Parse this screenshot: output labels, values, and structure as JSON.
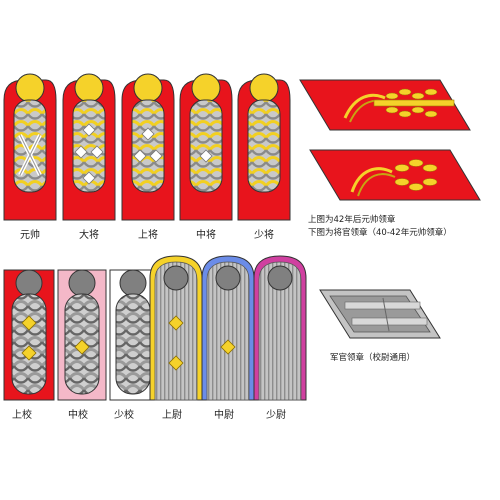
{
  "top_row_labels": [
    "元帅",
    "大将",
    "上将",
    "中将",
    "少将"
  ],
  "bottom_row_labels": [
    "上校",
    "中校",
    "少校",
    "上尉",
    "中尉",
    "少尉"
  ],
  "collar_note_line1": "上图为42年后元帅领章",
  "collar_note_line2": "下图为将官领章（40-42年元帅领章）",
  "officer_collar_caption": "军官领章（校尉通用）",
  "colors": {
    "general_red": "#e8141c",
    "gold": "#f5d22a",
    "silver": "#b8b8b8",
    "dark_grey": "#808080",
    "infantry_white": "#ffffff",
    "medical_pink": "#f4b8c8",
    "blue_piping": "#6b8ce8",
    "magenta_piping": "#d040a0"
  }
}
